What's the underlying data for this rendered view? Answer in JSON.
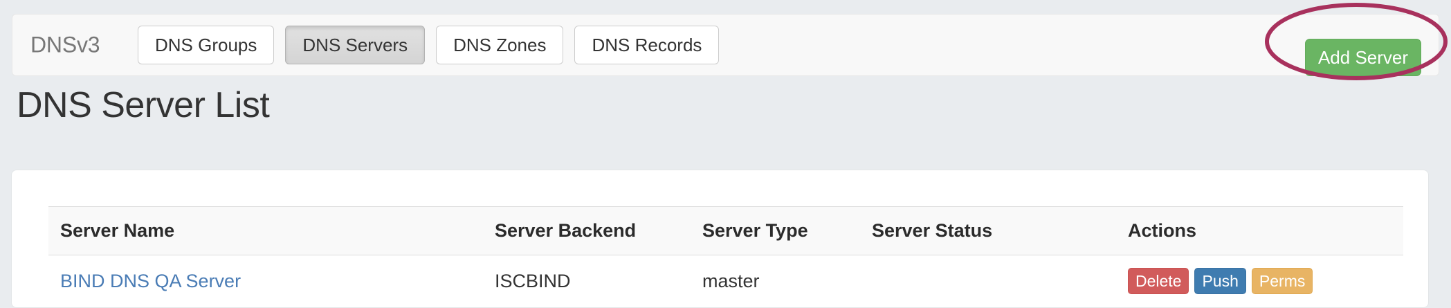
{
  "navbar": {
    "brand": "DNSv3",
    "tabs": [
      {
        "label": "DNS Groups",
        "active": false
      },
      {
        "label": "DNS Servers",
        "active": true
      },
      {
        "label": "DNS Zones",
        "active": false
      },
      {
        "label": "DNS Records",
        "active": false
      }
    ],
    "primary_action": {
      "label": "Add Server",
      "color": "#6ab563"
    },
    "annotation": {
      "shape": "ellipse",
      "color": "#a8315d",
      "target": "Add Server"
    }
  },
  "page": {
    "title": "DNS Server List"
  },
  "table": {
    "columns": [
      "Server Name",
      "Server Backend",
      "Server Type",
      "Server Status",
      "Actions"
    ],
    "rows": [
      {
        "server_name": "BIND DNS QA Server",
        "server_backend": "ISCBIND",
        "server_type": "master",
        "server_status": "",
        "actions": [
          {
            "label": "Delete",
            "color": "#d15b5b"
          },
          {
            "label": "Push",
            "color": "#3f7cb0"
          },
          {
            "label": "Perms",
            "color": "#e8b464"
          }
        ]
      }
    ]
  },
  "theme": {
    "page_background": "#e9ecef",
    "card_background": "#ffffff",
    "navbar_background": "#f8f8f8",
    "link_color": "#4a7cb5",
    "heading_color": "#333333"
  }
}
